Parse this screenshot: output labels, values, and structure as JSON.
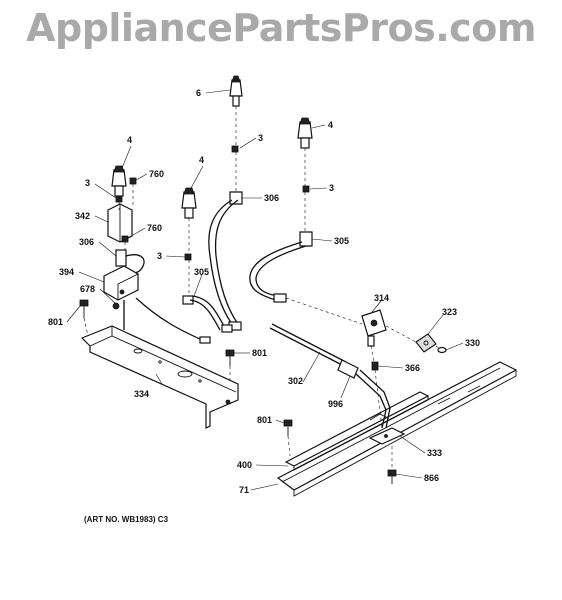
{
  "watermark": "AppliancePartsPros.com",
  "art_number": "(ART NO. WB1983) C3",
  "callouts": [
    {
      "key": "c6",
      "text": "6"
    },
    {
      "key": "c4a",
      "text": "4"
    },
    {
      "key": "c3a",
      "text": "3"
    },
    {
      "key": "c4b",
      "text": "4"
    },
    {
      "key": "c4c",
      "text": "4"
    },
    {
      "key": "c3b",
      "text": "3"
    },
    {
      "key": "c760a",
      "text": "760"
    },
    {
      "key": "c306a",
      "text": "306"
    },
    {
      "key": "c3c",
      "text": "3"
    },
    {
      "key": "c342",
      "text": "342"
    },
    {
      "key": "c760b",
      "text": "760"
    },
    {
      "key": "c305a",
      "text": "305"
    },
    {
      "key": "c306b",
      "text": "306"
    },
    {
      "key": "c3d",
      "text": "3"
    },
    {
      "key": "c394",
      "text": "394"
    },
    {
      "key": "c305b",
      "text": "305"
    },
    {
      "key": "c678",
      "text": "678"
    },
    {
      "key": "c314",
      "text": "314"
    },
    {
      "key": "c323",
      "text": "323"
    },
    {
      "key": "c801a",
      "text": "801"
    },
    {
      "key": "c330",
      "text": "330"
    },
    {
      "key": "c801b",
      "text": "801"
    },
    {
      "key": "c366",
      "text": "366"
    },
    {
      "key": "c302",
      "text": "302"
    },
    {
      "key": "c334",
      "text": "334"
    },
    {
      "key": "c996",
      "text": "996"
    },
    {
      "key": "c801c",
      "text": "801"
    },
    {
      "key": "c333",
      "text": "333"
    },
    {
      "key": "c400",
      "text": "400"
    },
    {
      "key": "c866",
      "text": "866"
    },
    {
      "key": "c71",
      "text": "71"
    }
  ]
}
